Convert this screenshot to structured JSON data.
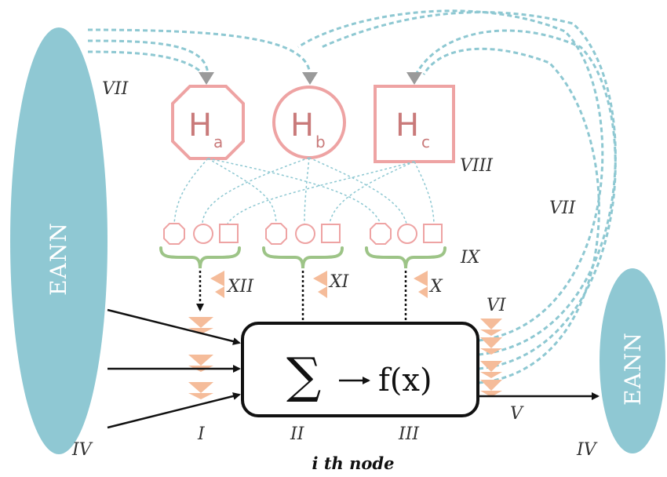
{
  "labels": {
    "eann_left": "EANN",
    "eann_right": "EANN",
    "node_title": "i th node",
    "sum_symbol": "∑",
    "func": "f(x)",
    "hormones": [
      {
        "base": "H",
        "sub": "a",
        "shape": "octagon"
      },
      {
        "base": "H",
        "sub": "b",
        "shape": "circle"
      },
      {
        "base": "H",
        "sub": "c",
        "shape": "square"
      }
    ],
    "roman": {
      "r1": "I",
      "r2": "II",
      "r3": "III",
      "r4_left": "IV",
      "r4_right": "IV",
      "r5": "V",
      "r6": "VI",
      "r7_left": "VII",
      "r7_right": "VII",
      "r8": "VIII",
      "r9": "IX",
      "r10": "X",
      "r11": "XI",
      "r12": "XII"
    }
  },
  "colors": {
    "eann_fill": "#8fc8d3",
    "dashed_blue": "#8ec8d2",
    "hormone_pink": "#eea3a3",
    "hormone_text": "#c97a7a",
    "bracket_green": "#9dc487",
    "triangle_peach": "#f5bc9a",
    "node_border": "#111111",
    "gray_arrow": "#9a9a9a"
  }
}
